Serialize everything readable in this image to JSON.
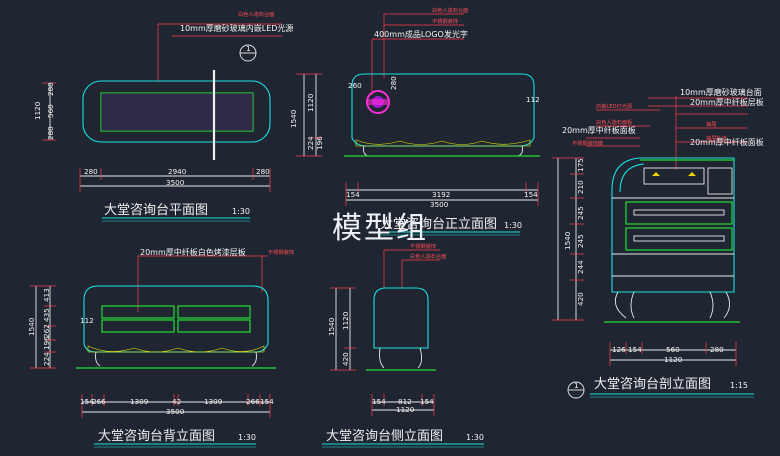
{
  "watermark": "模型组",
  "scale_130": "1:30",
  "scale_115": "1:15",
  "plan": {
    "title": "大堂咨询台平面图",
    "callouts": [
      "10mm厚磨砂玻璃内嵌LED光源",
      "白色人造石台面"
    ],
    "left_dims": [
      "1120",
      "280",
      "560",
      "280"
    ],
    "bottom_dims": [
      "280",
      "2940",
      "280"
    ],
    "total": "3500"
  },
  "front": {
    "title": "大堂咨询台正立面图",
    "callouts": [
      "白色人造石台面",
      "不锈钢装饰",
      "400mm成品LOGO发光字"
    ],
    "left_dims": [
      "1540",
      "1120",
      "224",
      "196"
    ],
    "dim_280": "280",
    "dim_260": "260",
    "dim_112": "112",
    "bottom_dims": [
      "154",
      "3192",
      "154"
    ],
    "total": "3500"
  },
  "back": {
    "title": "大堂咨询台背立面图",
    "callouts": [
      "20mm厚中纤板白色烤漆层板",
      "不锈钢装饰"
    ],
    "left_dims": [
      "1540",
      "413",
      "435",
      "262",
      "196",
      "224"
    ],
    "dim_112": "112",
    "bottom_dims": [
      "154",
      "266",
      "1309",
      "42",
      "1309",
      "266",
      "154"
    ],
    "total": "3500"
  },
  "side": {
    "title": "大堂咨询台侧立面图",
    "callouts": [
      "不锈钢装饰",
      "白色人造石台面"
    ],
    "left_dims": [
      "1540",
      "1120",
      "420"
    ],
    "bottom_dims": [
      "154",
      "812",
      "154"
    ],
    "total": "1120"
  },
  "section": {
    "title": "大堂咨询台剖立面图",
    "callouts": [
      "10mm厚磨砂玻璃台面",
      "内嵌LED灯光源",
      "20mm厚中纤板层板",
      "白色人造石面板",
      "20mm厚中纤板面板",
      "抽屉",
      "抽屉轨道",
      "不锈钢装饰脚",
      "20mm厚中纤板面板"
    ],
    "left_dims": [
      "1540",
      "175",
      "210",
      "245",
      "245",
      "244",
      "420"
    ],
    "bottom_dims": [
      "126",
      "154",
      "560",
      "280"
    ],
    "total": "1120"
  }
}
